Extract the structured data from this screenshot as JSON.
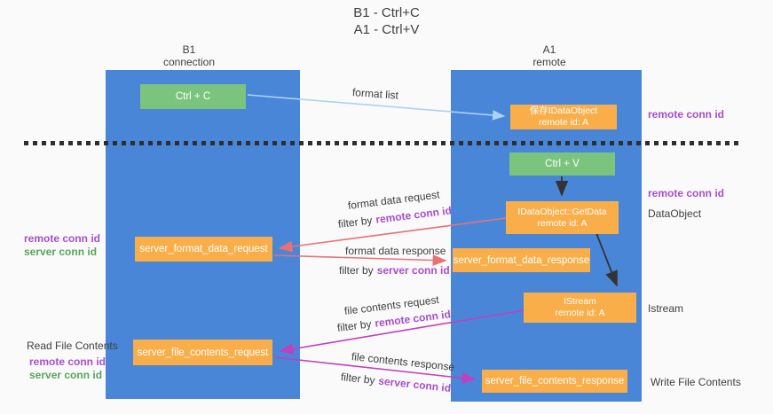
{
  "title": {
    "line1": "B1 - Ctrl+C",
    "line2": "A1 - Ctrl+V"
  },
  "lanes": {
    "left": {
      "title": "B1",
      "subtitle": "connection"
    },
    "right": {
      "title": "A1",
      "subtitle": "remote"
    }
  },
  "nodes": {
    "ctrl_c": {
      "label": "Ctrl + C"
    },
    "ctrl_v": {
      "label": "Ctrl + V"
    },
    "save_idataobject": {
      "line1": "保存IDataObject",
      "line2": "remote id: A"
    },
    "getdata": {
      "line1": "IDataObject::GetData",
      "line2": "remote id: A"
    },
    "istream": {
      "line1": "IStream",
      "line2": "remote id: A"
    },
    "format_request": {
      "label": "server_format_data_request"
    },
    "format_response": {
      "label": "server_format_data_response"
    },
    "file_request": {
      "label": "server_file_contents_request"
    },
    "file_response": {
      "label": "server_file_contents_response"
    }
  },
  "arrow_labels": {
    "format_list": "format list",
    "format_data_request": "format data request",
    "format_data_response": "format data response",
    "file_contents_request": "file contents request",
    "file_contents_response": "file contents response",
    "filter_by": "filter by",
    "remote_conn_id": "remote conn id",
    "server_conn_id": "server conn id"
  },
  "side_labels": {
    "remote_conn_id": "remote conn id",
    "server_conn_id": "server conn id",
    "dataobject": "DataObject",
    "istream": "Istream",
    "read_file_contents": "Read File Contents",
    "write_file_contents": "Write File Contents"
  },
  "colors": {
    "lane_blue": "#4A86D8",
    "box_orange": "#F9AE49",
    "box_green": "#7BC47E",
    "arrow_red": "#E87272",
    "arrow_magenta": "#C13FC1",
    "arrow_lightblue": "#A9D4F2",
    "arrow_black": "#333333",
    "text_purple": "#A94ECB",
    "text_green": "#57A65A",
    "text_dark": "#3F3F3F",
    "background": "#FAFAFB"
  }
}
